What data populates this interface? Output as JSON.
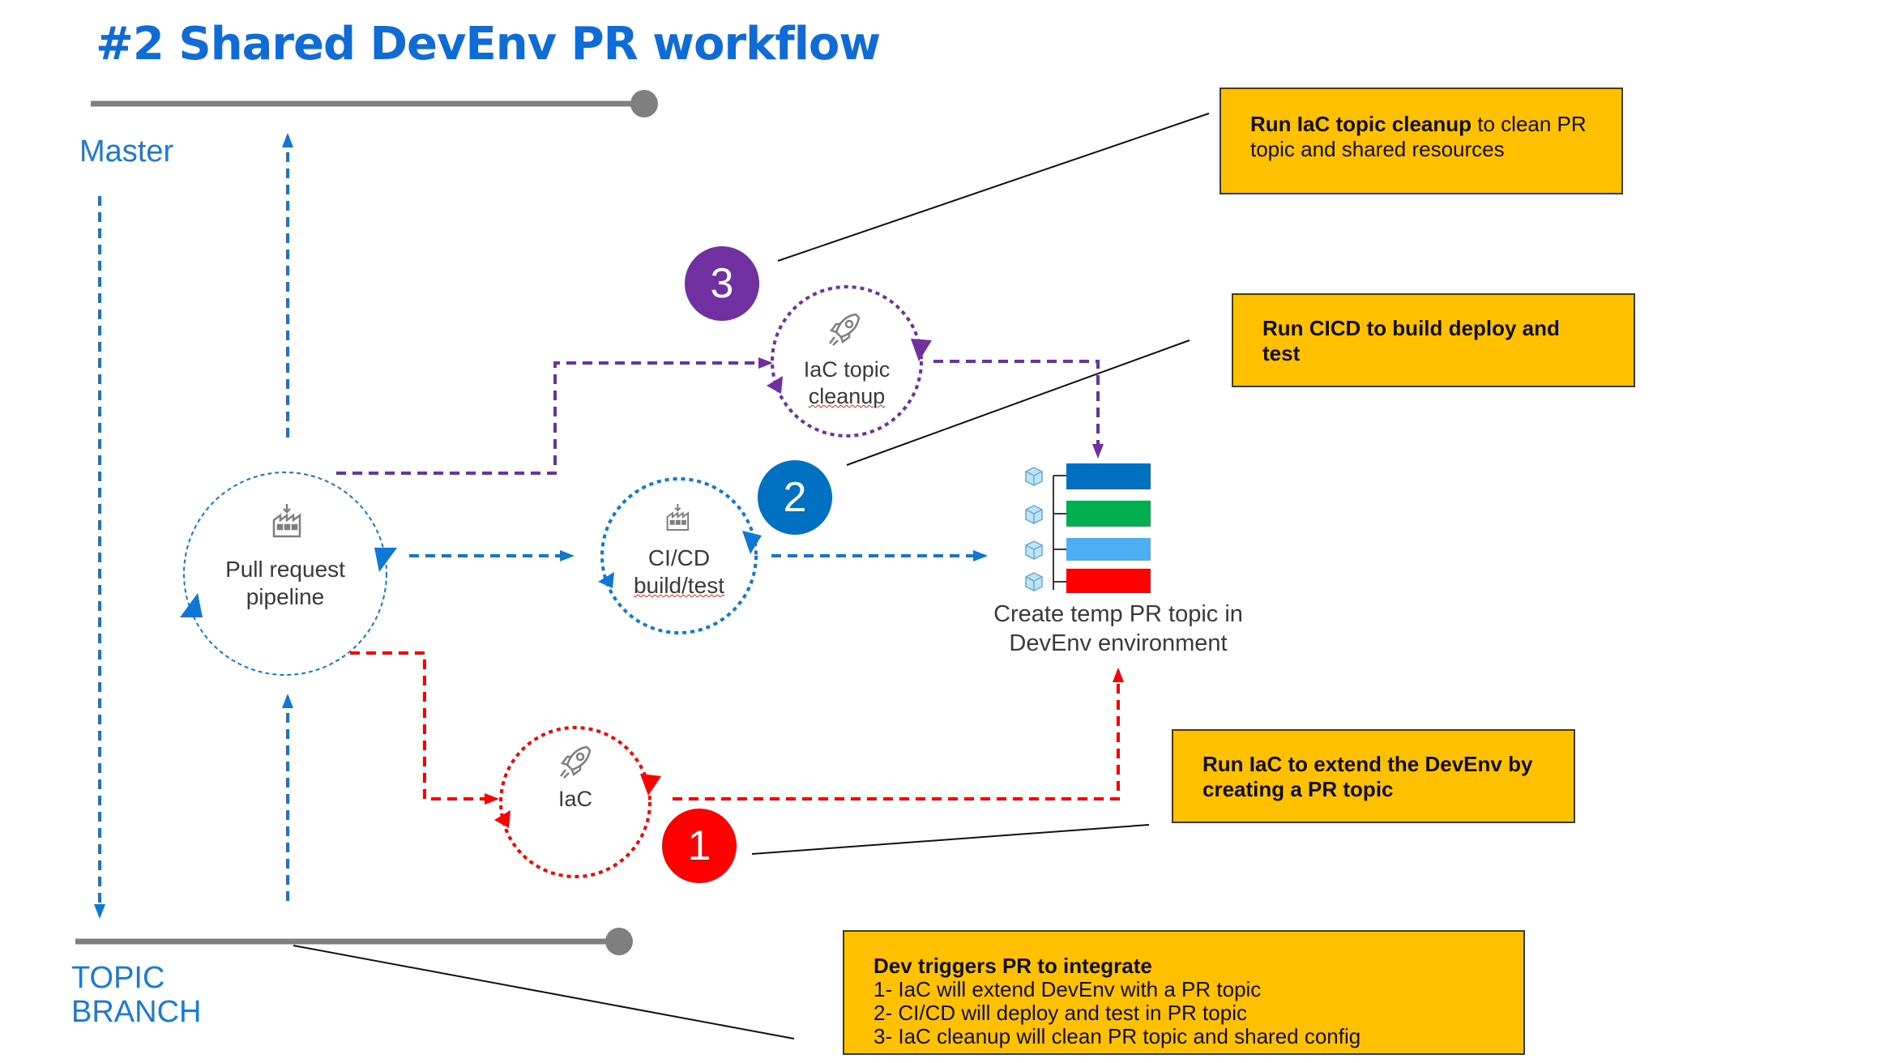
{
  "title": "#2 Shared DevEnv PR workflow",
  "branches": {
    "master": "Master",
    "topic_line1": "TOPIC",
    "topic_line2": "BRANCH"
  },
  "nodes": {
    "pull_request": {
      "line1": "Pull request",
      "line2": "pipeline",
      "icon": "factory-icon"
    },
    "cicd": {
      "line1": "CI/CD",
      "line2": "build/test",
      "icon": "factory-icon"
    },
    "iac": {
      "line1": "IaC",
      "icon": "rocket-icon"
    },
    "iac_cleanup": {
      "line1": "IaC topic",
      "line2": "cleanup",
      "icon": "rocket-icon"
    }
  },
  "target": {
    "line1": "Create temp PR topic in",
    "line2": "DevEnv environment",
    "bars": [
      "#0070C0",
      "#00B050",
      "#4FAFF5",
      "#FF0000"
    ],
    "icon": "cube-icon"
  },
  "steps": [
    {
      "number": "1",
      "color": "#FF0000"
    },
    {
      "number": "2",
      "color": "#0070C0"
    },
    {
      "number": "3",
      "color": "#7030A0"
    }
  ],
  "callouts": {
    "cleanup": {
      "bold": "Run IaC topic cleanup",
      "rest": " to clean PR",
      "line2": "topic and shared resources"
    },
    "cicd": {
      "line1": "Run CICD to build deploy and",
      "line2": "test"
    },
    "iac": {
      "line1": "Run IaC to extend the DevEnv by",
      "line2": "creating a PR topic"
    },
    "dev": {
      "heading": "Dev triggers PR to integrate",
      "items": [
        "1- IaC will extend DevEnv with a PR topic",
        "2- CI/CD will deploy and test in PR topic",
        "3- IaC cleanup will clean PR topic and shared config"
      ]
    }
  },
  "colors": {
    "blue": "#0F78D4",
    "red": "#FF0000",
    "purple": "#7030A0",
    "callout": "#FFC000",
    "branch_line": "#7F7F7F"
  }
}
